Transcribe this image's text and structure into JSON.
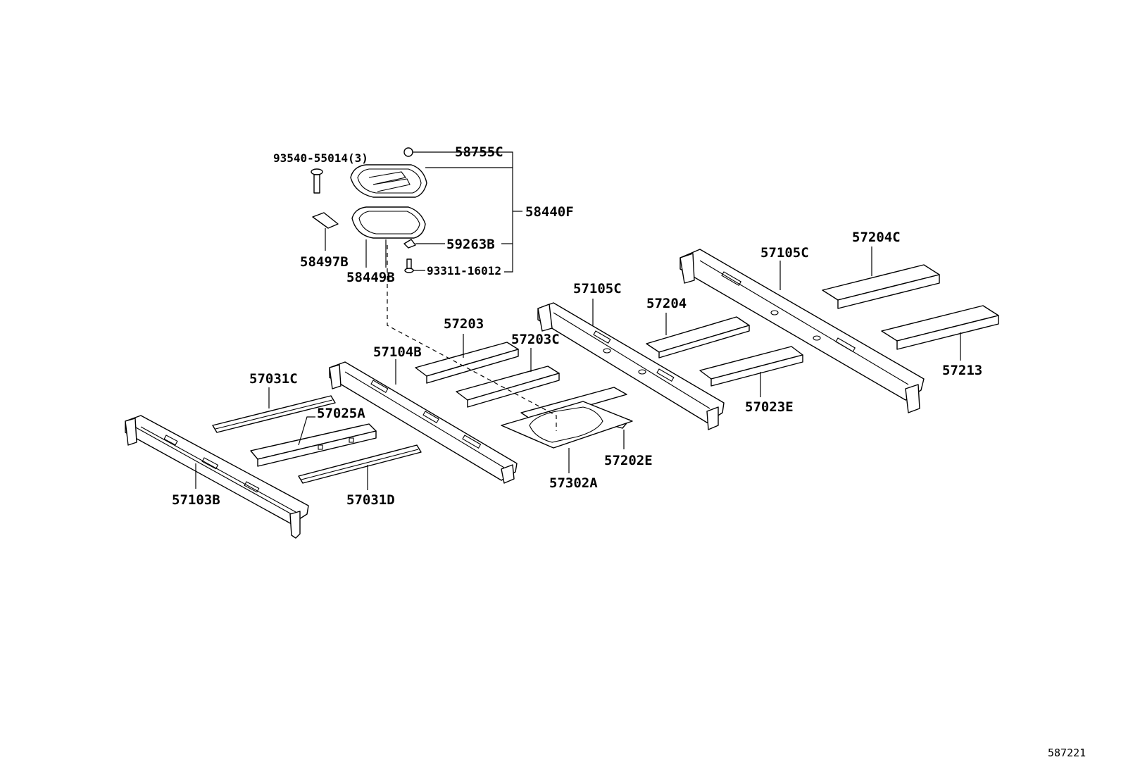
{
  "parts": [
    {
      "key": "p93540",
      "label": "93540-55014(3)"
    },
    {
      "key": "p58755C",
      "label": "58755C"
    },
    {
      "key": "p58440F",
      "label": "58440F"
    },
    {
      "key": "p59263B",
      "label": "59263B"
    },
    {
      "key": "p93311",
      "label": "93311-16012"
    },
    {
      "key": "p58497B",
      "label": "58497B"
    },
    {
      "key": "p58449B",
      "label": "58449B"
    },
    {
      "key": "p57105C_a",
      "label": "57105C"
    },
    {
      "key": "p57204C",
      "label": "57204C"
    },
    {
      "key": "p57105C_b",
      "label": "57105C"
    },
    {
      "key": "p57204",
      "label": "57204"
    },
    {
      "key": "p57203",
      "label": "57203"
    },
    {
      "key": "p57203C",
      "label": "57203C"
    },
    {
      "key": "p57104B",
      "label": "57104B"
    },
    {
      "key": "p57213",
      "label": "57213"
    },
    {
      "key": "p57031C",
      "label": "57031C"
    },
    {
      "key": "p57025A",
      "label": "57025A"
    },
    {
      "key": "p57023E",
      "label": "57023E"
    },
    {
      "key": "p57202E",
      "label": "57202E"
    },
    {
      "key": "p57302A",
      "label": "57302A"
    },
    {
      "key": "p57103B",
      "label": "57103B"
    },
    {
      "key": "p57031D",
      "label": "57031D"
    }
  ],
  "reference_code": "587221"
}
